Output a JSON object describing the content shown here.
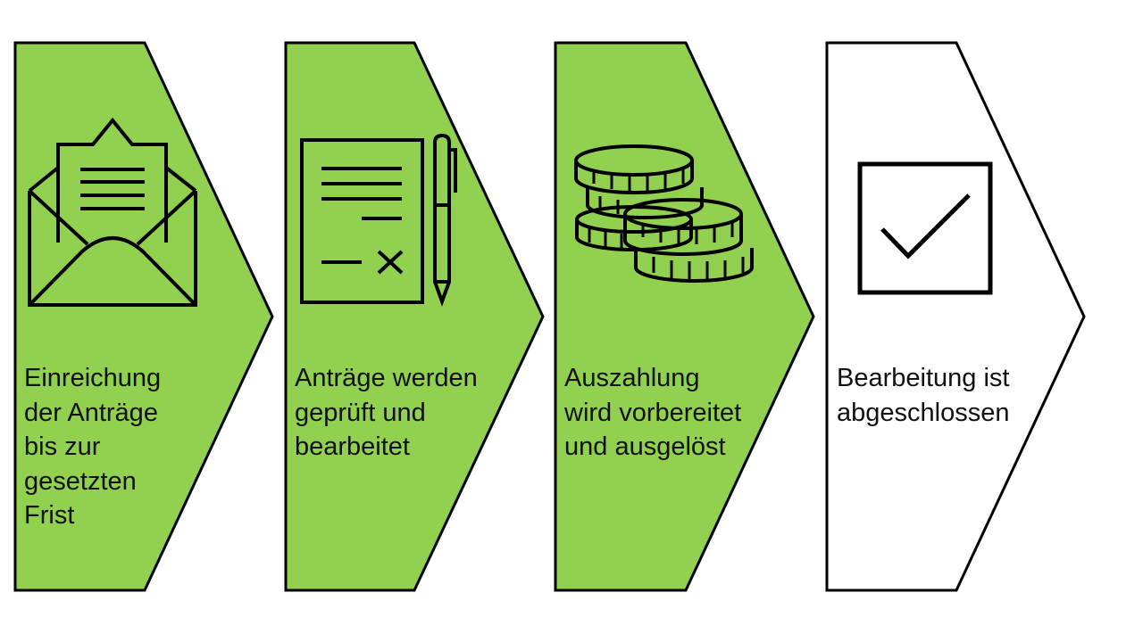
{
  "colors": {
    "active_fill": "#92d050",
    "inactive_fill": "#ffffff",
    "stroke": "#000000",
    "text": "#111111"
  },
  "steps": [
    {
      "label_lines": [
        "Einreichung",
        "der Anträge",
        "bis zur",
        "gesetzten",
        "Frist"
      ],
      "icon": "open-envelope-letter-icon",
      "completed": true
    },
    {
      "label_lines": [
        "Anträge werden",
        "geprüft und",
        "bearbeitet"
      ],
      "icon": "document-pen-icon",
      "completed": true
    },
    {
      "label_lines": [
        "Auszahlung",
        "wird vorbereitet",
        "und ausgelöst"
      ],
      "icon": "coins-stack-icon",
      "completed": true
    },
    {
      "label_lines": [
        "Bearbeitung ist",
        "abgeschlossen"
      ],
      "icon": "checkbox-checked-icon",
      "completed": false
    }
  ]
}
